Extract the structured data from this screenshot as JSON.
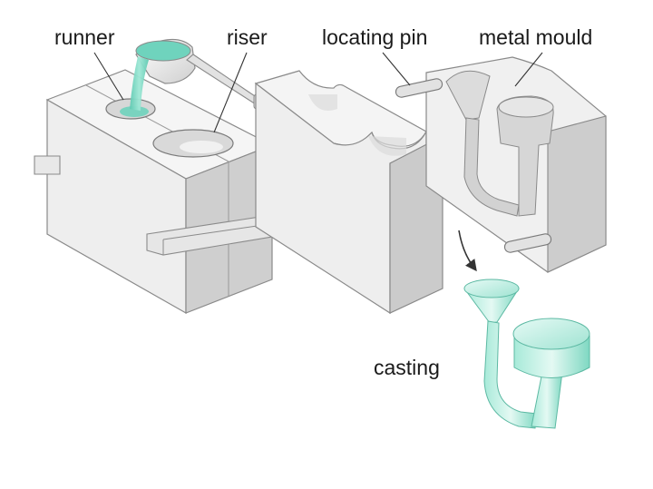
{
  "labels": {
    "runner": "runner",
    "riser": "riser",
    "locating_pin": "locating pin",
    "metal_mould": "metal mould",
    "casting": "casting"
  },
  "colors": {
    "background": "#ffffff",
    "mould_top": "#f4f4f4",
    "mould_front": "#e3e3e3",
    "mould_side": "#c9c9c9",
    "outline": "#8a8a8a",
    "liquid_metal": "#6fd3bd",
    "casting_light": "#c9f0e6",
    "casting_mid": "#8fe0cc",
    "pointer": "#333333"
  }
}
